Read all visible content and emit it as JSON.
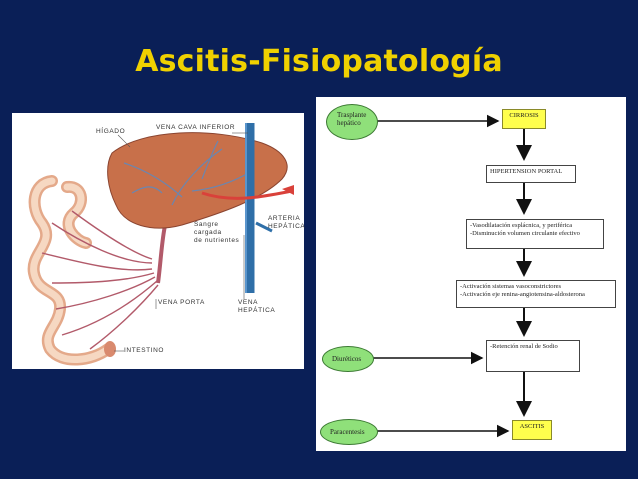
{
  "title": "Ascitis-Fisiopatología",
  "illustration": {
    "labels": {
      "liver": "HÍGADO",
      "ivc": "VENA CAVA INFERIOR",
      "artery_1": "ARTERIA",
      "artery_2": "HEPÁTICA",
      "blood_1": "Sangre",
      "blood_2": "cargada",
      "blood_3": "de nutrientes",
      "portal": "VENA PORTA",
      "hepvein_1": "VENA",
      "hepvein_2": "HEPÁTICA",
      "intestine": "INTESTINO"
    },
    "colors": {
      "liver": "#c8704a",
      "vein": "#2f6fa8",
      "artery": "#d9413a",
      "intestine": "#f2c8a8"
    }
  },
  "flowchart": {
    "ovals": {
      "transplant_1": "Trasplante",
      "transplant_2": "hepático",
      "diuretics": "Diuréticos",
      "paracentesis": "Paracentesis"
    },
    "boxes": {
      "cirrosis": "CIRROSIS",
      "hipertension": "HIPERTENSION PORTAL",
      "vaso_1": "-Vasodilatación esplácnica, y periférica",
      "vaso_2": "-Disminución volumen circulante efectivo",
      "act_1": "-Activación sistemas vasoconstrictores",
      "act_2": "-Activación eje renina-angiotensina-aldosterona",
      "retencion": "-Retención renal de Sodio",
      "ascitis": "ASCITIS"
    },
    "colors": {
      "oval": "#8fe07a",
      "highlight": "#ffff4d"
    }
  }
}
